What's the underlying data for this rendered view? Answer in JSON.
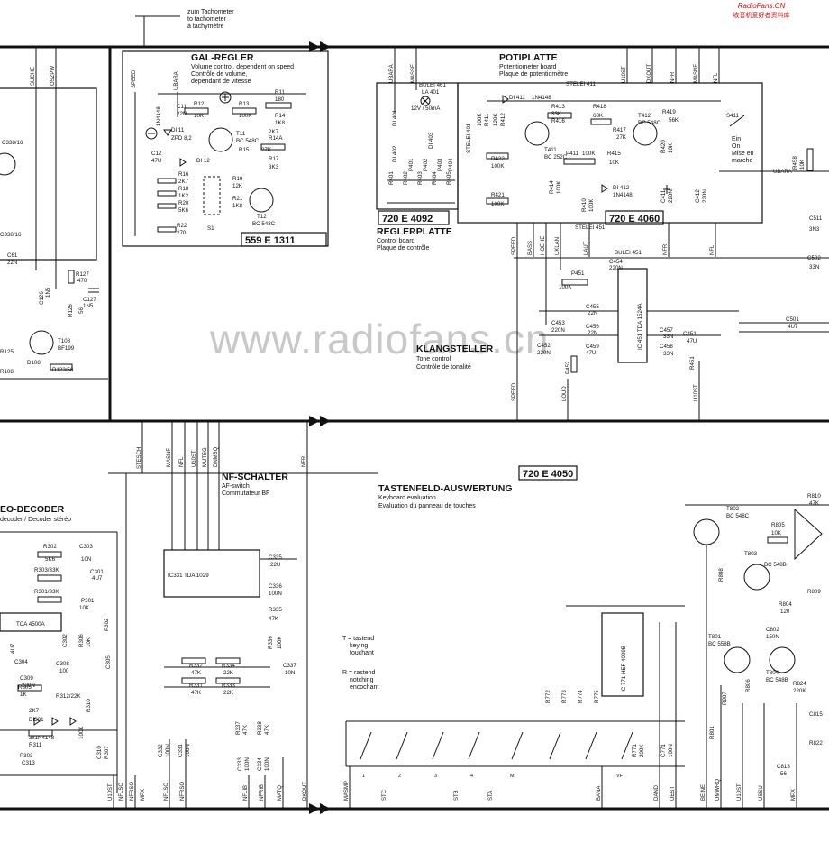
{
  "site": {
    "name": "RadioFans.CN",
    "tagline": "收音机爱好者资料库",
    "watermark": "www.radiofans.cn",
    "color": "#d01010"
  },
  "tacho_note": [
    "zum Tachometer",
    "to tachometer",
    "á tachymètre"
  ],
  "gal": {
    "title": "GAL-REGLER",
    "sub": [
      "Volume control, dependent on speed",
      "Contrôle de volume,",
      "dépendant de vitesse"
    ],
    "code": "559 E 1311",
    "signals": [
      "SPEED",
      "UBARA"
    ],
    "parts": [
      "R11",
      "180",
      "R12",
      "10K",
      "R13",
      "100K",
      "R14",
      "1K8",
      "R15",
      "27K",
      "R14A",
      "2K7",
      "R17",
      "3K3",
      "C11",
      "22N",
      "C12",
      "47U",
      "DI 11",
      "ZPD 8,2",
      "DI 12",
      "T11",
      "BC 548C",
      "T12",
      "BC 548C",
      "R16",
      "2K7",
      "R18",
      "1K2",
      "R20",
      "5K6",
      "R22",
      "270",
      "R19",
      "12K",
      "R21",
      "1K8",
      "S1",
      "1N4148"
    ]
  },
  "poti": {
    "title": "POTIPLATTE",
    "sub": [
      "Potentiometer board",
      "Plaque de potentiomètre"
    ],
    "code": "720 E 4060",
    "stelei": "STELEI 411",
    "bulei": "BULEI 461",
    "lamp": "LA 401",
    "lampval": "12V / 50mA",
    "signals": [
      "UBARA",
      "MASSE",
      "U10ST",
      "DKOUT",
      "NFR",
      "MASNF",
      "NFL"
    ],
    "parts": [
      "DI 411",
      "1N4148",
      "R413",
      "R412",
      "120K",
      "R411",
      "100K",
      "R422",
      "100K",
      "R421",
      "100K",
      "R414",
      "100K",
      "T411",
      "BC 252C",
      "R416",
      "33K",
      "R418",
      "68K",
      "R417",
      "27K",
      "R419",
      "56K",
      "R420",
      "10K",
      "T412",
      "BC 548C",
      "P411",
      "100K",
      "R415",
      "10K",
      "DI 412",
      "1N4148",
      "R410",
      "100K",
      "C411",
      "220N",
      "C412",
      "220N",
      "S411",
      "R458",
      "10K"
    ]
  },
  "switch_label": [
    "Ein",
    "On",
    "Mise en",
    "marche"
  ],
  "regler": {
    "code": "720 E 4092",
    "title": "REGLERPLATTE",
    "sub": [
      "Control board",
      "Plaque de contrôle"
    ],
    "stelei": "STELEI 401",
    "parts": [
      "DI 401",
      "DI 402",
      "DI 403",
      "P401",
      "P402",
      "P403",
      "P404",
      "R401",
      "R402",
      "R403",
      "R404",
      "R405"
    ]
  },
  "klang": {
    "title": "KLANGSTELLER",
    "sub": [
      "Tone control",
      "Contrôle de tonalité"
    ],
    "stelei": "STELEI 451",
    "bulei": "BULEI 451",
    "ic": "IC 451   TDA 1524A",
    "signals": [
      "SPEED",
      "BASS",
      "HOEHE",
      "UKLAN",
      "LAUT",
      "NFR",
      "NFL",
      "SPEED",
      "LOUD",
      "U10ST"
    ],
    "parts": [
      "C454",
      "220N",
      "P451",
      "100K",
      "C455",
      "22N",
      "C453",
      "220N",
      "C456",
      "22N",
      "C452",
      "220N",
      "C459",
      "47U",
      "P452",
      "C457",
      "33N",
      "C451",
      "47U",
      "C458",
      "33N",
      "R451",
      "C501",
      "4U7",
      "C502",
      "33N",
      "C511",
      "3N3"
    ]
  },
  "left_top": {
    "signals": [
      "SUCHE",
      "OSZPW"
    ],
    "parts": [
      "C338/16",
      "C338/16",
      "C61",
      "22N",
      "R127",
      "470",
      "C127",
      "1N5",
      "C126",
      "1N5",
      "R126",
      "56",
      "T108",
      "BF199",
      "D108",
      "R123/56",
      "R125",
      "R108"
    ]
  },
  "nf": {
    "title": "NF-SCHALTER",
    "sub": [
      "AF-switch",
      "Commutateur BF"
    ],
    "ic": "IC331   TDA 1029",
    "signals": [
      "MASNF",
      "NFL",
      "U10ST",
      "MUTEG",
      "DNMBQ",
      "NFR"
    ],
    "parts": [
      "C335",
      "22U",
      "C336",
      "100N",
      "R335",
      "47K",
      "R332",
      "47K",
      "R334",
      "22K",
      "R331",
      "47K",
      "R333",
      "22K",
      "R336",
      "100K",
      "C337",
      "10N",
      "C332",
      "100N",
      "C331",
      "100N",
      "C333",
      "100N",
      "C334",
      "100N",
      "R337",
      "47K",
      "R338",
      "47K"
    ]
  },
  "decoder": {
    "title": "EO-DECODER",
    "sub": "decoder / Decoder stéréo",
    "ic": "TCA 4500A",
    "signal": "STESCH",
    "parts": [
      "R302",
      "5K6",
      "C303",
      "10N",
      "R303/33K",
      "C301",
      "4U7",
      "R301/33K",
      "P301",
      "10K",
      "C302",
      "R306",
      "10K",
      "P302",
      "C309",
      "220N",
      "C308",
      "100",
      "C304",
      "R305",
      "1K",
      "R312/22K",
      "R310",
      "2K7",
      "DI301",
      "3x1N4148",
      "R311",
      "100K",
      "P303",
      "C313",
      "4U7",
      "C305",
      "C310",
      "R307",
      "R308"
    ]
  },
  "tasten": {
    "title": "TASTENFELD-AUSWERTUNG",
    "sub": [
      "Keyboard evaluation",
      "Evaluation du panneau de touches"
    ],
    "code": "720 E 4050",
    "ic": "IC 771   HEF 4009B",
    "legend_t": [
      "T = tastend",
      "keying",
      "touchant"
    ],
    "legend_r": [
      "R = rastend",
      "notching",
      "encochant"
    ],
    "keys": [
      "1",
      "2",
      "3",
      "4",
      "M",
      "VF"
    ],
    "signals": [
      "MASMP",
      "STC",
      "STB",
      "STA",
      "BANA",
      "DAND",
      "UEST"
    ],
    "parts": [
      "R772",
      "R773",
      "R774",
      "R775",
      "R771",
      "200K",
      "C771",
      "100N"
    ]
  },
  "bottom_signals": [
    "U10ST",
    "NFLSO",
    "NFRSO",
    "MPX",
    "NFLSO",
    "NFRSO",
    "NFLIB",
    "NFRIB",
    "MATQ",
    "DKOUT"
  ],
  "right_bottom": {
    "signals": [
      "BEINE",
      "UMWRQ",
      "U10ST",
      "USSU",
      "MPX"
    ],
    "parts": [
      "R810",
      "47K",
      "T802",
      "BC 548C",
      "R805",
      "10K",
      "T803",
      "BC 548B",
      "R809",
      "R808",
      "R804",
      "120",
      "C802",
      "150N",
      "T801",
      "BC 558B",
      "T804",
      "BC 548B",
      "R807",
      "R806",
      "R824",
      "220K",
      "R801",
      "C813",
      "56",
      "C815",
      "R822"
    ]
  },
  "colors": {
    "ink": "#111111",
    "paper": "#ffffff",
    "watermark": "#c8c8c8"
  }
}
